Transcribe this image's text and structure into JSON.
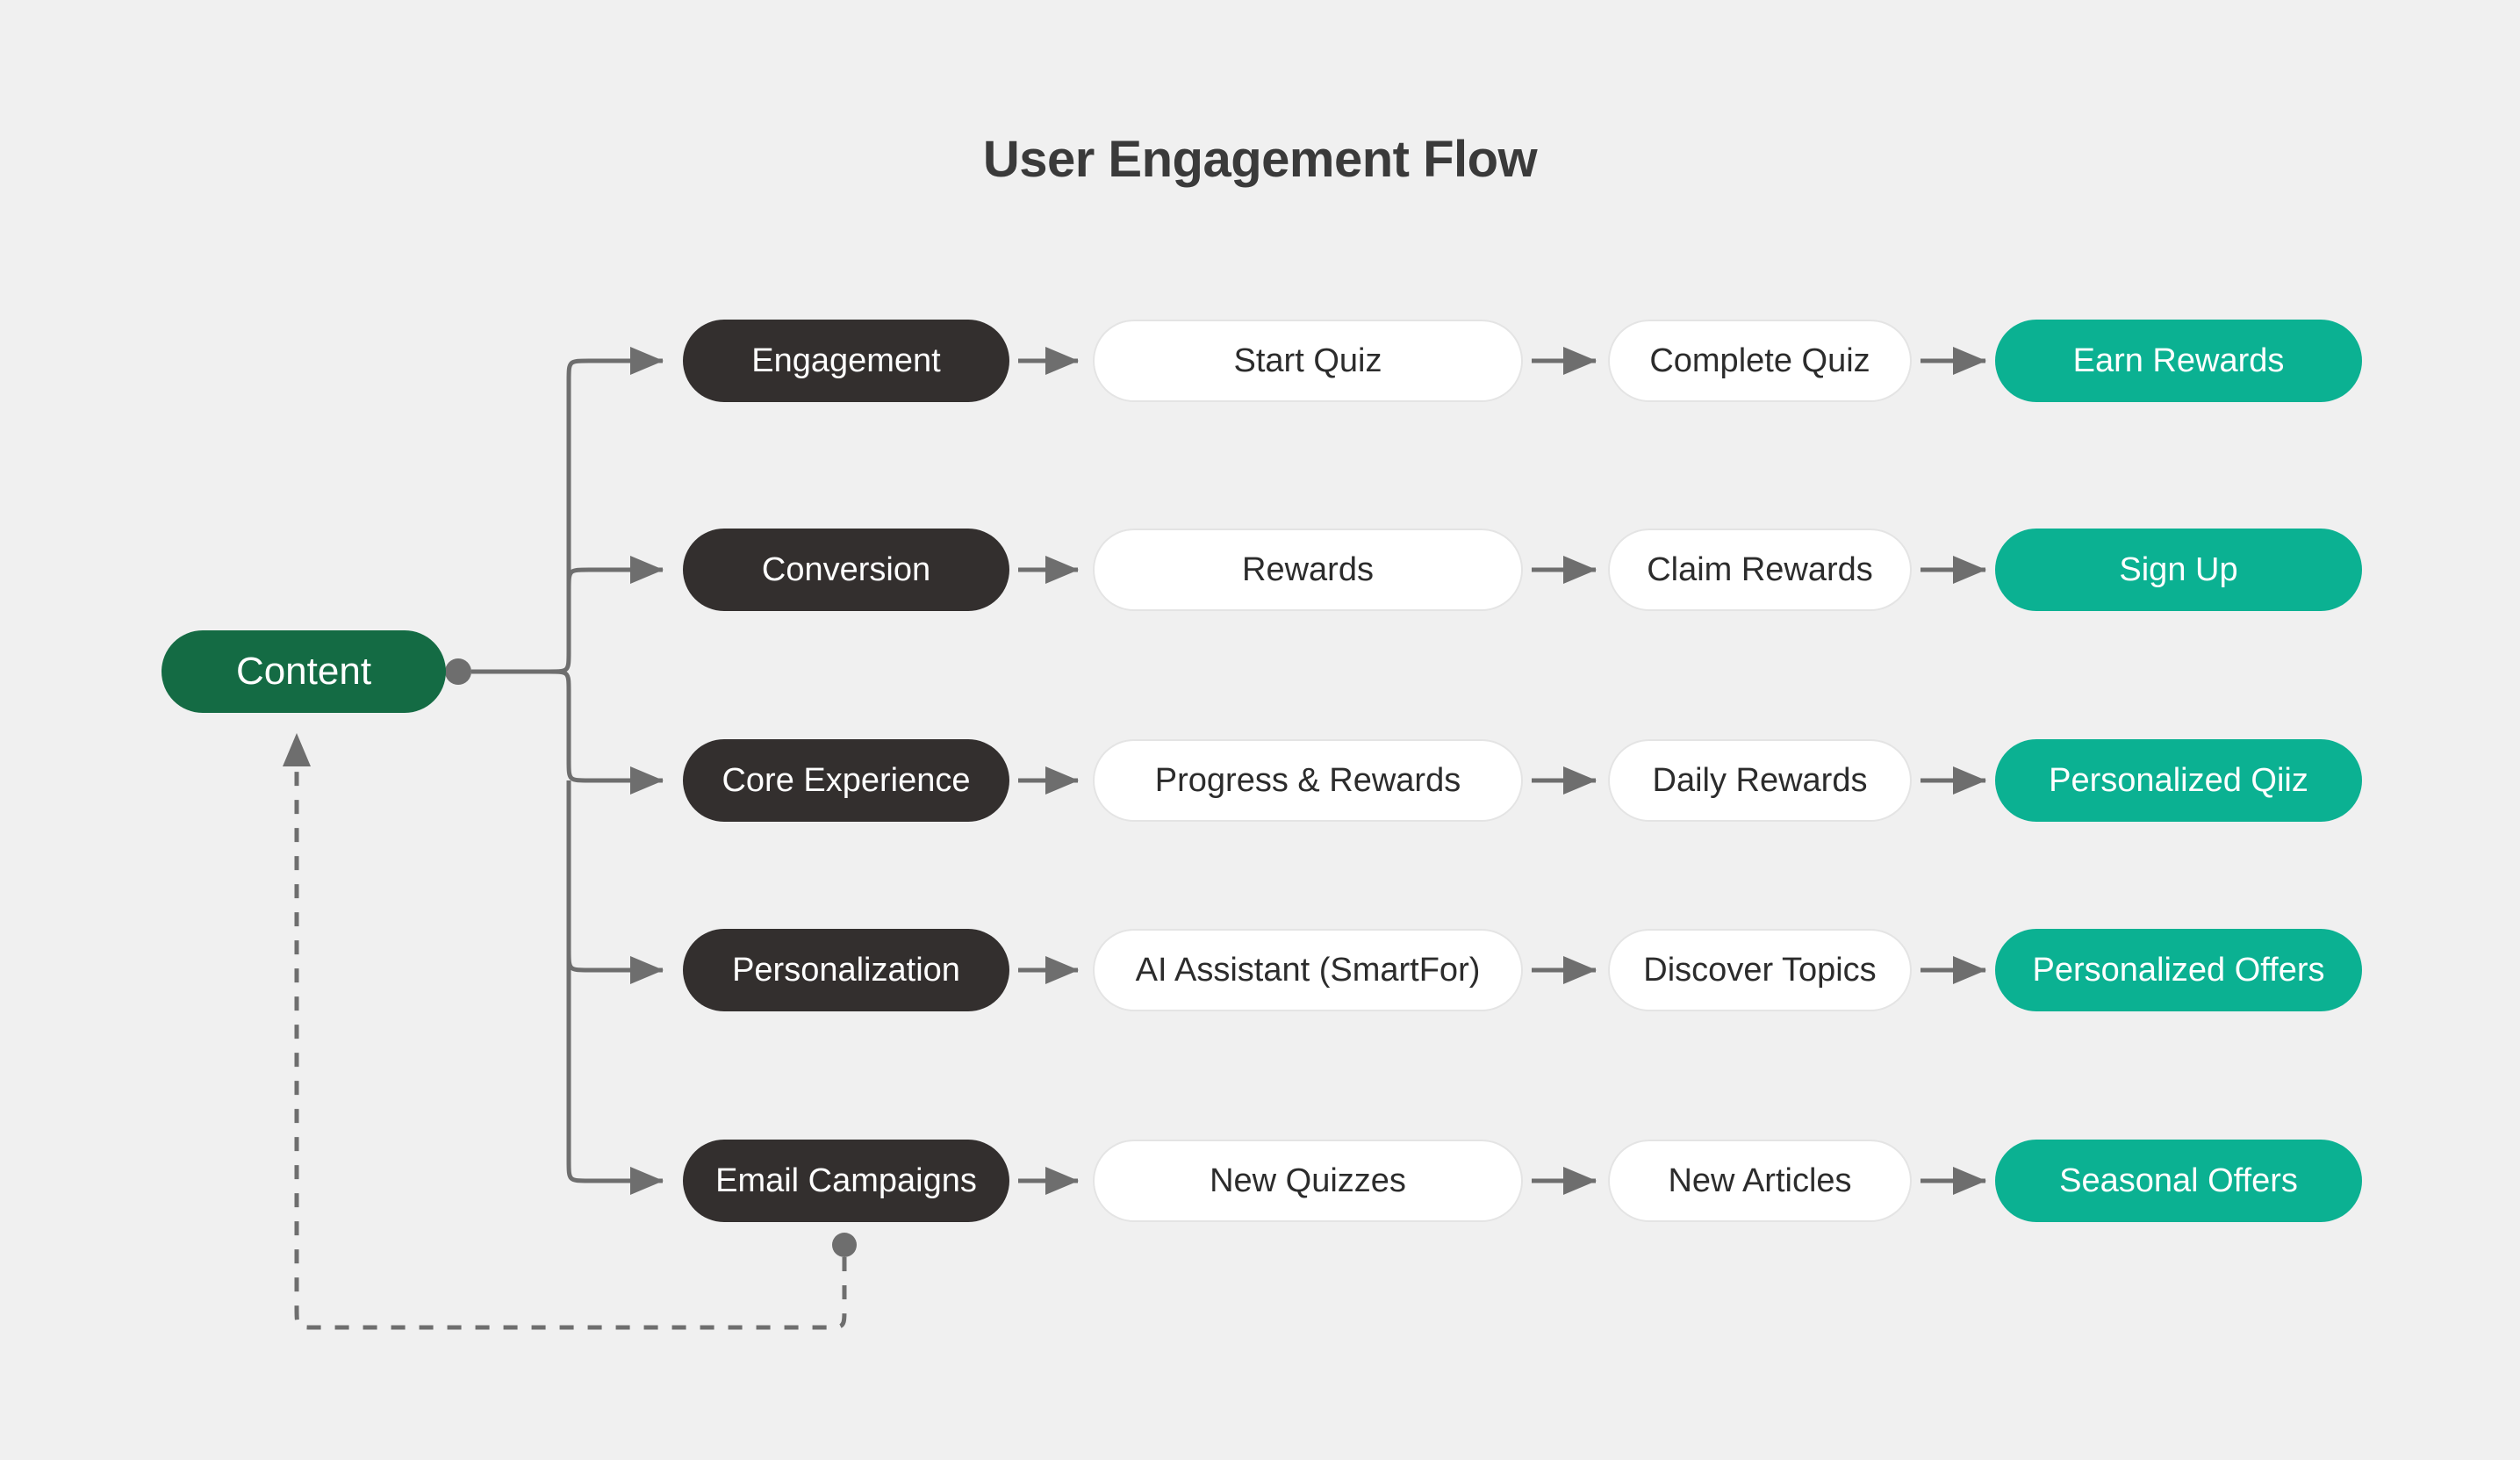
{
  "page": {
    "title": "User Engagement Flow",
    "background_color": "#f0f0f0",
    "title_color": "#3a3a3a"
  },
  "palette": {
    "root_green": "#146b44",
    "category_dark": "#332f2e",
    "step_white": "#ffffff",
    "goal_teal": "#0bb192",
    "edge_gray": "#6e6e6e",
    "border_gray": "#e4e4e4"
  },
  "root": {
    "label": "Content",
    "type": "root"
  },
  "columns": [
    {
      "key": "category",
      "style": "cat"
    },
    {
      "key": "step_one",
      "style": "step"
    },
    {
      "key": "step_two",
      "style": "step"
    },
    {
      "key": "goal",
      "style": "goal"
    }
  ],
  "rows": [
    {
      "category": "Engagement",
      "step_one": "Start Quiz",
      "step_two": "Complete Quiz",
      "goal": "Earn Rewards"
    },
    {
      "category": "Conversion",
      "step_one": "Rewards",
      "step_two": "Claim Rewards",
      "goal": "Sign Up"
    },
    {
      "category": "Core Experience",
      "step_one": "Progress & Rewards",
      "step_two": "Daily Rewards",
      "goal": "Personalized Qiiz"
    },
    {
      "category": "Personalization",
      "step_one": "AI Assistant (SmartFor)",
      "step_two": "Discover Topics",
      "goal": "Personalized Offers"
    },
    {
      "category": "Email Campaigns",
      "step_one": "New Quizzes",
      "step_two": "New Articles",
      "goal": "Seasonal Offers"
    }
  ],
  "feedback_edge": {
    "from": "Email Campaigns",
    "to": "Content",
    "style": "dashed"
  }
}
